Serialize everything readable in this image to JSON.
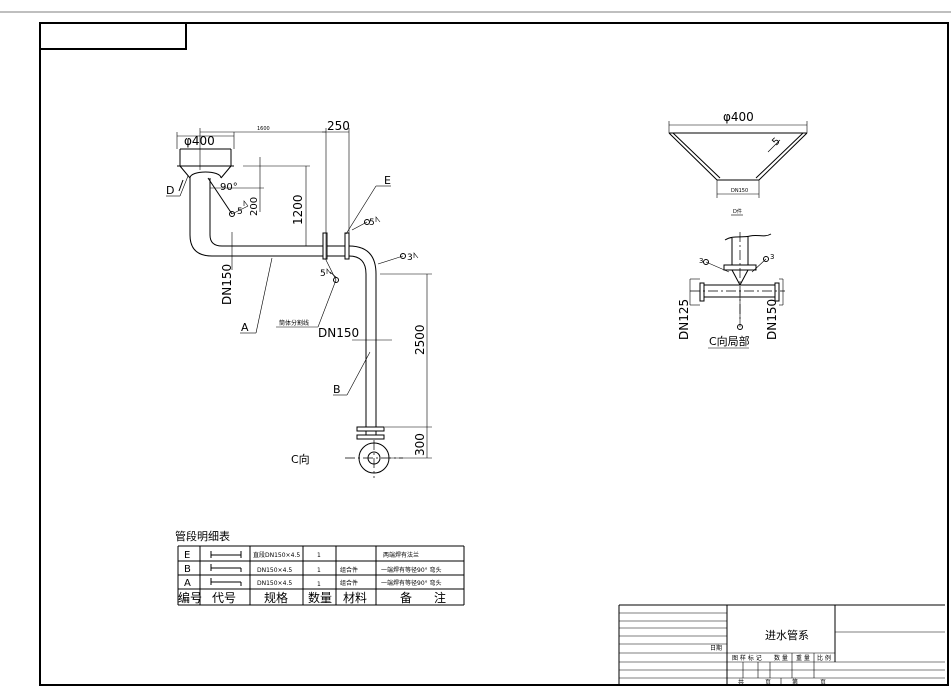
{
  "diagram": {
    "main_view": {
      "dims": {
        "d_phi400": "φ400",
        "d_1600": "1600",
        "d_250": "250",
        "d_90": "90°",
        "d_200": "200",
        "d_1200": "1200",
        "d_dn150_v": "DN150",
        "d_dn150_h": "DN150",
        "d_2500": "2500",
        "d_300": "300"
      },
      "labels": {
        "D": "D",
        "E": "E",
        "A": "A",
        "B": "B",
        "split_line": "筒体分割线",
        "c_view": "C向"
      },
      "welds": {
        "w1": "5",
        "w2": "5",
        "w3": "5",
        "w4": "3"
      }
    },
    "funnel_view": {
      "phi": "φ400",
      "thickness": "5",
      "bottom": "DN150",
      "caption": "D件"
    },
    "detail_view": {
      "dn125": "DN125",
      "dn150": "DN150",
      "title": "C向局部",
      "welds": {
        "w1": "3",
        "w2": "3"
      }
    }
  },
  "parts_table": {
    "title": "管段明细表",
    "headers": [
      "编号",
      "代号",
      "规格",
      "数量",
      "材料",
      "备注"
    ],
    "rows": [
      {
        "id": "E",
        "spec": "直段DN150×4.5",
        "qty": "1",
        "material": "",
        "note": "两端焊有法兰"
      },
      {
        "id": "B",
        "spec": "DN150×4.5",
        "qty": "1",
        "material": "组合件",
        "note": "一端焊有等径90° 弯头"
      },
      {
        "id": "A",
        "spec": "DN150×4.5",
        "qty": "1",
        "material": "组合件",
        "note": "一端焊有等径90° 弯头"
      }
    ]
  },
  "title_block": {
    "name": "进水管系",
    "date_label": "日期",
    "row_labels": [
      "图 样 标 记",
      "数 量",
      "重 量",
      "比 例"
    ],
    "page_labels": [
      "共",
      "页",
      "第",
      "页"
    ]
  }
}
